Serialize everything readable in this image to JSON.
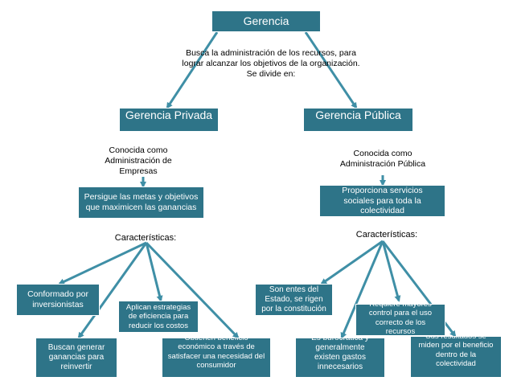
{
  "colors": {
    "node_fill": "#2e7488",
    "node_text": "#ffffff",
    "edge": "#3f8fa6",
    "label_text": "#000000"
  },
  "nodes": {
    "gerencia": "Gerencia",
    "privada": "Gerencia Privada",
    "publica": "Gerencia Pública",
    "persigue": "Persigue las metas y objetivos que maximicen las ganancias",
    "proporciona": "Proporciona servicios sociales para toda la colectividad",
    "conformado": "Conformado por inversionistas",
    "aplican": "Aplican estrategias de eficiencia para reducir los costos",
    "buscan": "Buscan generar ganancias para reinvertir",
    "obtienen": "Obtienen beneficio económico a través de satisfacer una necesidad del consumidor",
    "entes": "Son entes del Estado, se rigen por la constitución",
    "requiere": "Requiere mayores control para el uso correcto de los recursos",
    "burocratica": "Es burocrática y generalmente existen gastos innecesarios",
    "resultados": "Sus resultados se miden por el beneficio dentro de la colectividad"
  },
  "labels": {
    "definicion": "Busca la administración de los recursos, para lograr alcanzar los objetivos de la organización. Se divide en:",
    "conocida_privada": "Conocida como Administración de Empresas",
    "conocida_publica": "Conocida como Administración Pública",
    "caracteristicas_privada": "Características:",
    "caracteristicas_publica": "Características:"
  }
}
